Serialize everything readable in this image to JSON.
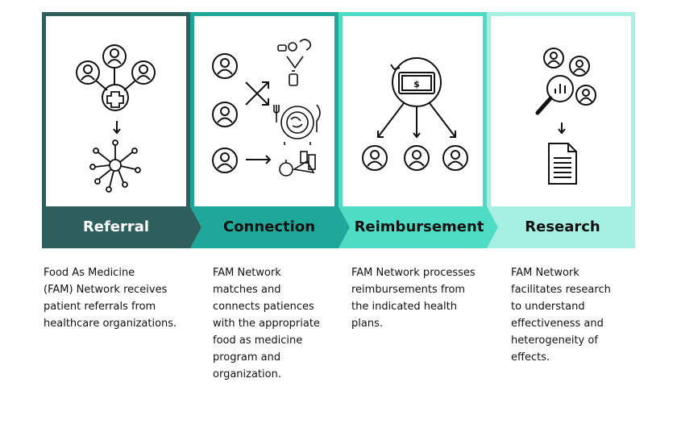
{
  "stages": [
    {
      "title": "Referral",
      "description": "Food As Medicine\n(FAM) Network receives\npatient referrals from\nhealthcare organizations.",
      "color": "#2f5f5c",
      "text_color": "#ffffff"
    },
    {
      "title": "Connection",
      "description": "FAM Network\nmatches and\nconnects patiences\nwith the appropriate\nfood as medicine\nprogram and\norganization.",
      "color": "#1fa79a",
      "text_color": "#111111"
    },
    {
      "title": "Reimbursement",
      "description": "FAM Network processes\nreimbursements from\nthe indicated health\nplans.",
      "color": "#4fdcc5",
      "text_color": "#111111"
    },
    {
      "title": "Research",
      "description": "FAM Network\nfacilitates research\nto understand\neffectiveness and\nheterogeneity of\neffects.",
      "color": "#a6efe3",
      "text_color": "#111111"
    }
  ],
  "icons": {
    "referral": [
      "person-icon",
      "plus-hub-icon",
      "network-icon"
    ],
    "connection": [
      "person-icon",
      "food-icon",
      "meal-plate-icon",
      "groceries-icon"
    ],
    "reimbursement": [
      "money-refresh-icon",
      "person-icon"
    ],
    "research": [
      "magnifier-chart-icon",
      "document-icon"
    ]
  }
}
